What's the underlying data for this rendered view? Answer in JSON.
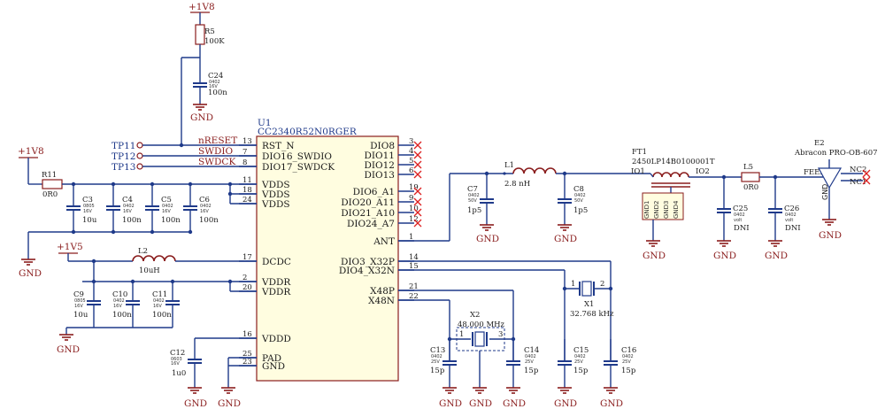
{
  "rails": {
    "v1_8": "+1V8",
    "v1_5": "+1V5",
    "gnd": "GND"
  },
  "ic": {
    "ref": "U1",
    "part": "CC2340R52N0RGER",
    "left_pins": [
      {
        "num": "13",
        "name": "RST_N"
      },
      {
        "num": "7",
        "name": "DIO16_SWDIO"
      },
      {
        "num": "8",
        "name": "DIO17_SWDCK"
      },
      {
        "num": "11",
        "name": "VDDS"
      },
      {
        "num": "18",
        "name": "VDDS"
      },
      {
        "num": "24",
        "name": "VDDS"
      },
      {
        "num": "17",
        "name": "DCDC"
      },
      {
        "num": "2",
        "name": "VDDR"
      },
      {
        "num": "20",
        "name": "VDDR"
      },
      {
        "num": "16",
        "name": "VDDD"
      },
      {
        "num": "25",
        "name": "PAD"
      },
      {
        "num": "23",
        "name": "GND"
      }
    ],
    "right_pins": [
      {
        "num": "3",
        "name": "DIO8"
      },
      {
        "num": "4",
        "name": "DIO11"
      },
      {
        "num": "5",
        "name": "DIO12"
      },
      {
        "num": "6",
        "name": "DIO13"
      },
      {
        "num": "19",
        "name": "DIO6_A1"
      },
      {
        "num": "9",
        "name": "DIO20_A11"
      },
      {
        "num": "10",
        "name": "DIO21_A10"
      },
      {
        "num": "12",
        "name": "DIO24_A7"
      },
      {
        "num": "1",
        "name": "ANT"
      },
      {
        "num": "14",
        "name": "DIO3_X32P"
      },
      {
        "num": "15",
        "name": "DIO4_X32N"
      },
      {
        "num": "21",
        "name": "X48P"
      },
      {
        "num": "22",
        "name": "X48N"
      }
    ]
  },
  "nets": {
    "nreset": "nRESET",
    "swdio": "SWDIO",
    "swdck": "SWDCK"
  },
  "testpoints": [
    "TP11",
    "TP12",
    "TP13"
  ],
  "components": {
    "R5": {
      "ref": "R5",
      "value": "100K"
    },
    "R11": {
      "ref": "R11",
      "value": "0R0"
    },
    "C24": {
      "ref": "C24",
      "pkg": "0402",
      "volt": "16V",
      "value": "100n"
    },
    "C3": {
      "ref": "C3",
      "pkg": "0805",
      "volt": "16V",
      "value": "10u"
    },
    "C4": {
      "ref": "C4",
      "pkg": "0402",
      "volt": "16V",
      "value": "100n"
    },
    "C5": {
      "ref": "C5",
      "pkg": "0402",
      "volt": "16V",
      "value": "100n"
    },
    "C6": {
      "ref": "C6",
      "pkg": "0402",
      "volt": "16V",
      "value": "100n"
    },
    "L2": {
      "ref": "L2",
      "value": "10uH"
    },
    "C9": {
      "ref": "C9",
      "pkg": "0805",
      "volt": "16V",
      "value": "10u"
    },
    "C10": {
      "ref": "C10",
      "pkg": "0402",
      "volt": "16V",
      "value": "100n"
    },
    "C11": {
      "ref": "C11",
      "pkg": "0402",
      "volt": "16V",
      "value": "100n"
    },
    "C12": {
      "ref": "C12",
      "pkg": "0603",
      "volt": "16V",
      "value": "1u0"
    },
    "L1": {
      "ref": "L1",
      "value": "2.8 nH"
    },
    "C7": {
      "ref": "C7",
      "pkg": "0402",
      "volt": "50V",
      "value": "1p5"
    },
    "C8": {
      "ref": "C8",
      "pkg": "0402",
      "volt": "50V",
      "value": "1p5"
    },
    "FT1": {
      "ref": "FT1",
      "value": "2450LP14B0100001T",
      "io1": "IO1",
      "io2": "IO2",
      "gnd_pins": [
        "GND1",
        "GND2",
        "GND3",
        "GND4"
      ]
    },
    "L5": {
      "ref": "L5",
      "value": "0R0"
    },
    "C25": {
      "ref": "C25",
      "pkg": "0402",
      "volt": "volt",
      "value": "DNI"
    },
    "C26": {
      "ref": "C26",
      "pkg": "0402",
      "volt": "volt",
      "value": "DNI"
    },
    "E2": {
      "ref": "E2",
      "value": "Abracon PRO-OB-607",
      "feed": "FEED",
      "gnd": "GND",
      "nc1": "NC1",
      "nc2": "NC2"
    },
    "X2": {
      "ref": "X2",
      "value": "48.000 MHz",
      "pin1": "1",
      "pin3": "3",
      "pin2": "2",
      "pin4": "4"
    },
    "X1": {
      "ref": "X1",
      "value": "32.768 kHz",
      "pin1": "1",
      "pin2": "2"
    },
    "C13": {
      "ref": "C13",
      "pkg": "0402",
      "volt": "25V",
      "value": "15p"
    },
    "C14": {
      "ref": "C14",
      "pkg": "0402",
      "volt": "25V",
      "value": "15p"
    },
    "C15": {
      "ref": "C15",
      "pkg": "0402",
      "volt": "25V",
      "value": "15p"
    },
    "C16": {
      "ref": "C16",
      "pkg": "0402",
      "volt": "25V",
      "value": "15p"
    }
  }
}
